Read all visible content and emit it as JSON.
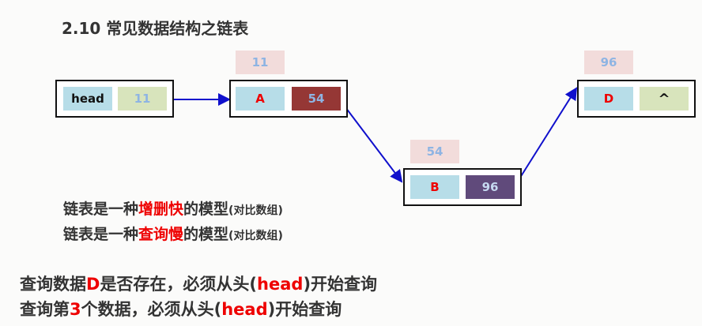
{
  "title": "2.10 常见数据结构之链表",
  "head_node": {
    "label": "head",
    "next": "11"
  },
  "nodes": [
    {
      "address": "11",
      "data": "A",
      "next": "54"
    },
    {
      "address": "54",
      "data": "B",
      "next": "96"
    },
    {
      "address": "96",
      "data": "D",
      "next": "^"
    }
  ],
  "notes": [
    {
      "pre": "链表是一种",
      "hl": "增删快",
      "post": "的模型",
      "small": "(对比数组)"
    },
    {
      "pre": "链表是一种",
      "hl": "查询慢",
      "post": "的模型",
      "small": "(对比数组)"
    }
  ],
  "queries": [
    {
      "a": "查询数据",
      "b": "D",
      "c": "是否存在，必须从头(",
      "d": "head",
      "e": ")开始查询"
    },
    {
      "a": "查询第",
      "b": "3",
      "c": "个数据，必须从头(",
      "d": "head",
      "e": ")开始查询"
    }
  ],
  "colors": {
    "cell_blue": "#b7dde8",
    "cell_green": "#d8e4bc",
    "addr_pink": "#f2dcdb",
    "next_A": "#953735",
    "next_B": "#604a7b",
    "arrow": "#1010cc",
    "highlight": "#e00000"
  }
}
